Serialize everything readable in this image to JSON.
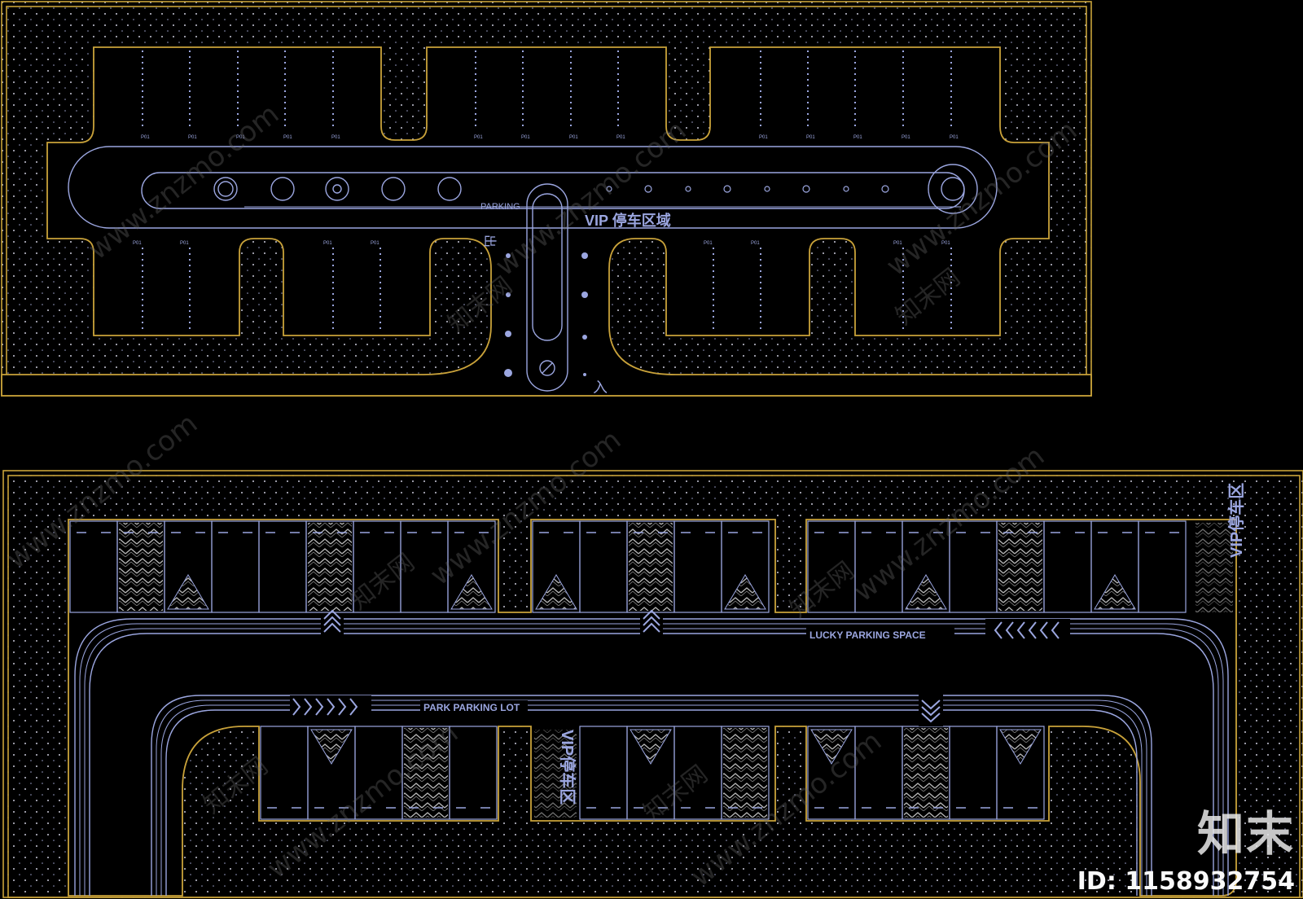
{
  "top_plan": {
    "parking_label": "PARKING",
    "vip_label": "VIP 停车区域",
    "exit_label": "出",
    "entry_label": "入",
    "space_tag": "P01"
  },
  "bottom_plan": {
    "lucky_label": "LUCKY PARKING SPACE",
    "park_lot_label": "PARK PARKING LOT",
    "vip_tag": "VIP停车区"
  },
  "watermark": {
    "site": "www.znzmo.com",
    "brand": "知末网"
  },
  "badge": {
    "logo": "知末",
    "id": "ID: 1158932754"
  },
  "colors": {
    "background": "#000000",
    "outline": "#c9a23a",
    "line": "#9ba6e0"
  }
}
